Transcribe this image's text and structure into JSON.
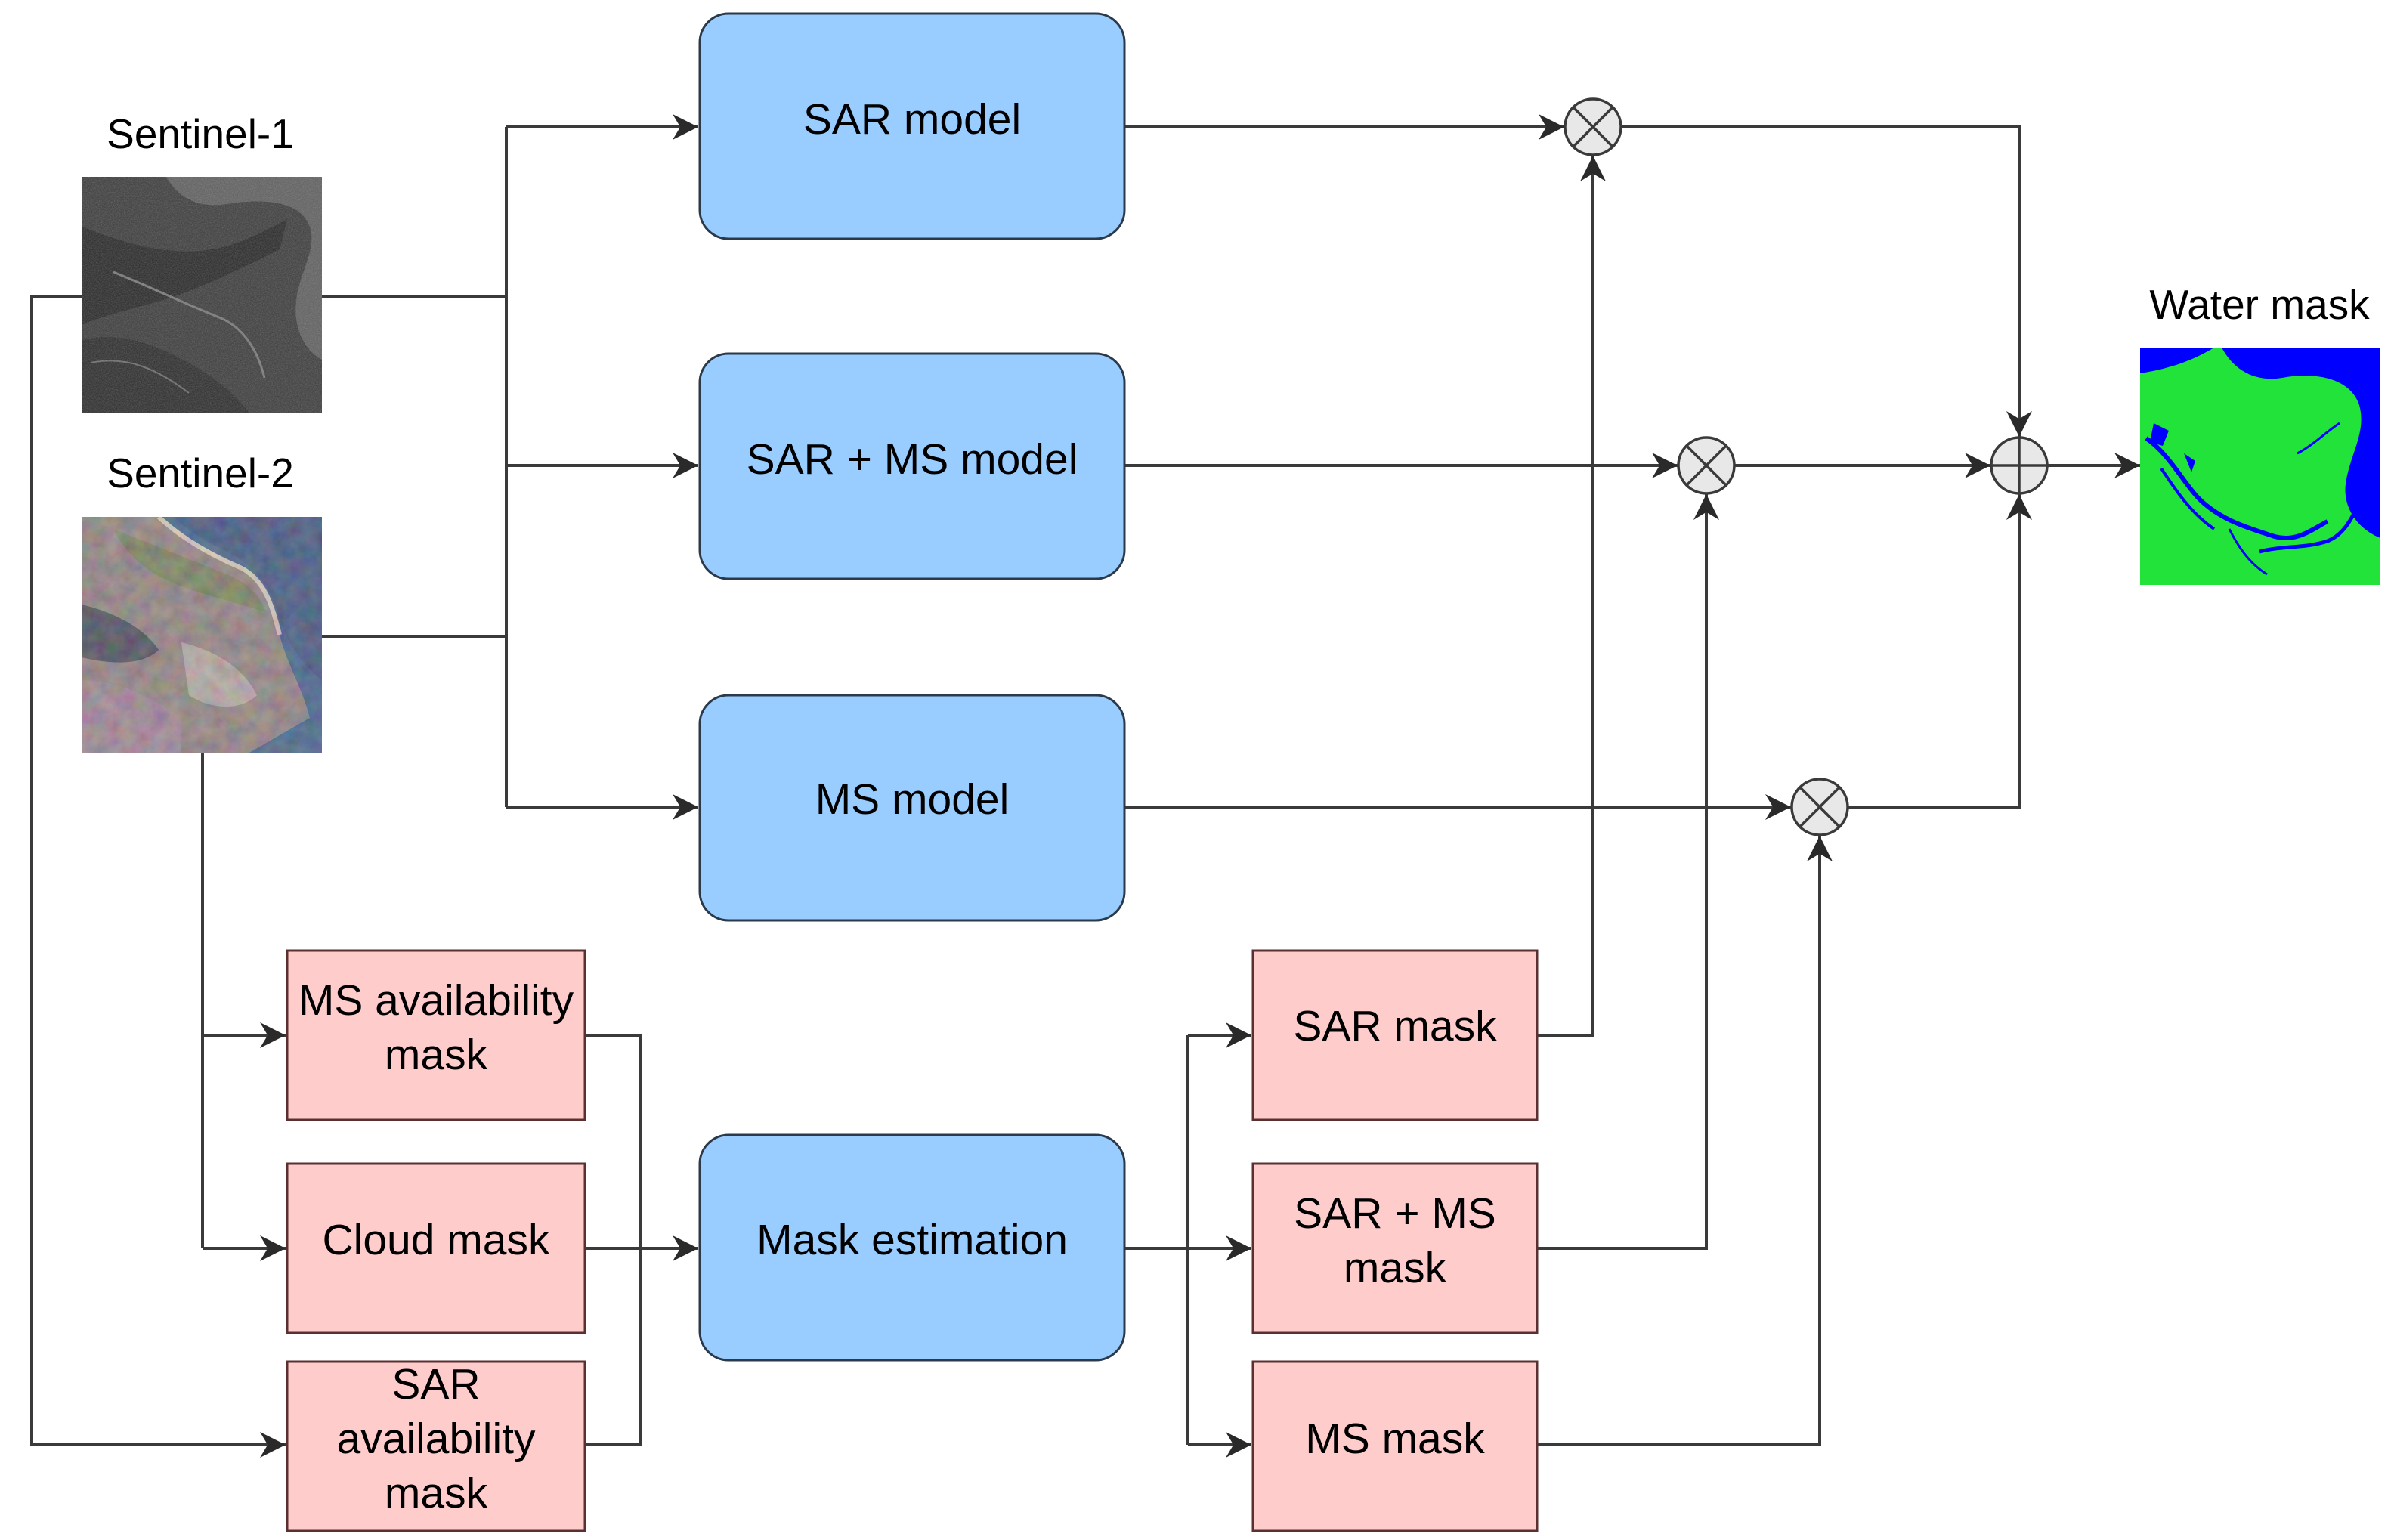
{
  "inputs": {
    "sentinel1": {
      "title": "Sentinel-1"
    },
    "sentinel2": {
      "title": "Sentinel-2"
    }
  },
  "models": {
    "sar": "SAR model",
    "sar_ms": "SAR + MS model",
    "ms": "MS model",
    "mask_estimation": "Mask estimation"
  },
  "input_masks": {
    "ms_availability": [
      "MS availability",
      "mask"
    ],
    "cloud": [
      "Cloud mask"
    ],
    "sar_availability": [
      "SAR",
      "availability",
      "mask"
    ]
  },
  "output_masks": {
    "sar": [
      "SAR mask"
    ],
    "sar_ms": [
      "SAR + MS",
      "mask"
    ],
    "ms": [
      "MS mask"
    ]
  },
  "output": {
    "title": "Water mask"
  },
  "colors": {
    "model_fill": "#99ccff",
    "mask_fill": "#ffcccc",
    "water": "#0000ff",
    "land": "#22e33a",
    "operator_fill": "#e8e8e8"
  },
  "operators": {
    "multiply": "circle-times-icon",
    "add": "circle-plus-icon"
  }
}
